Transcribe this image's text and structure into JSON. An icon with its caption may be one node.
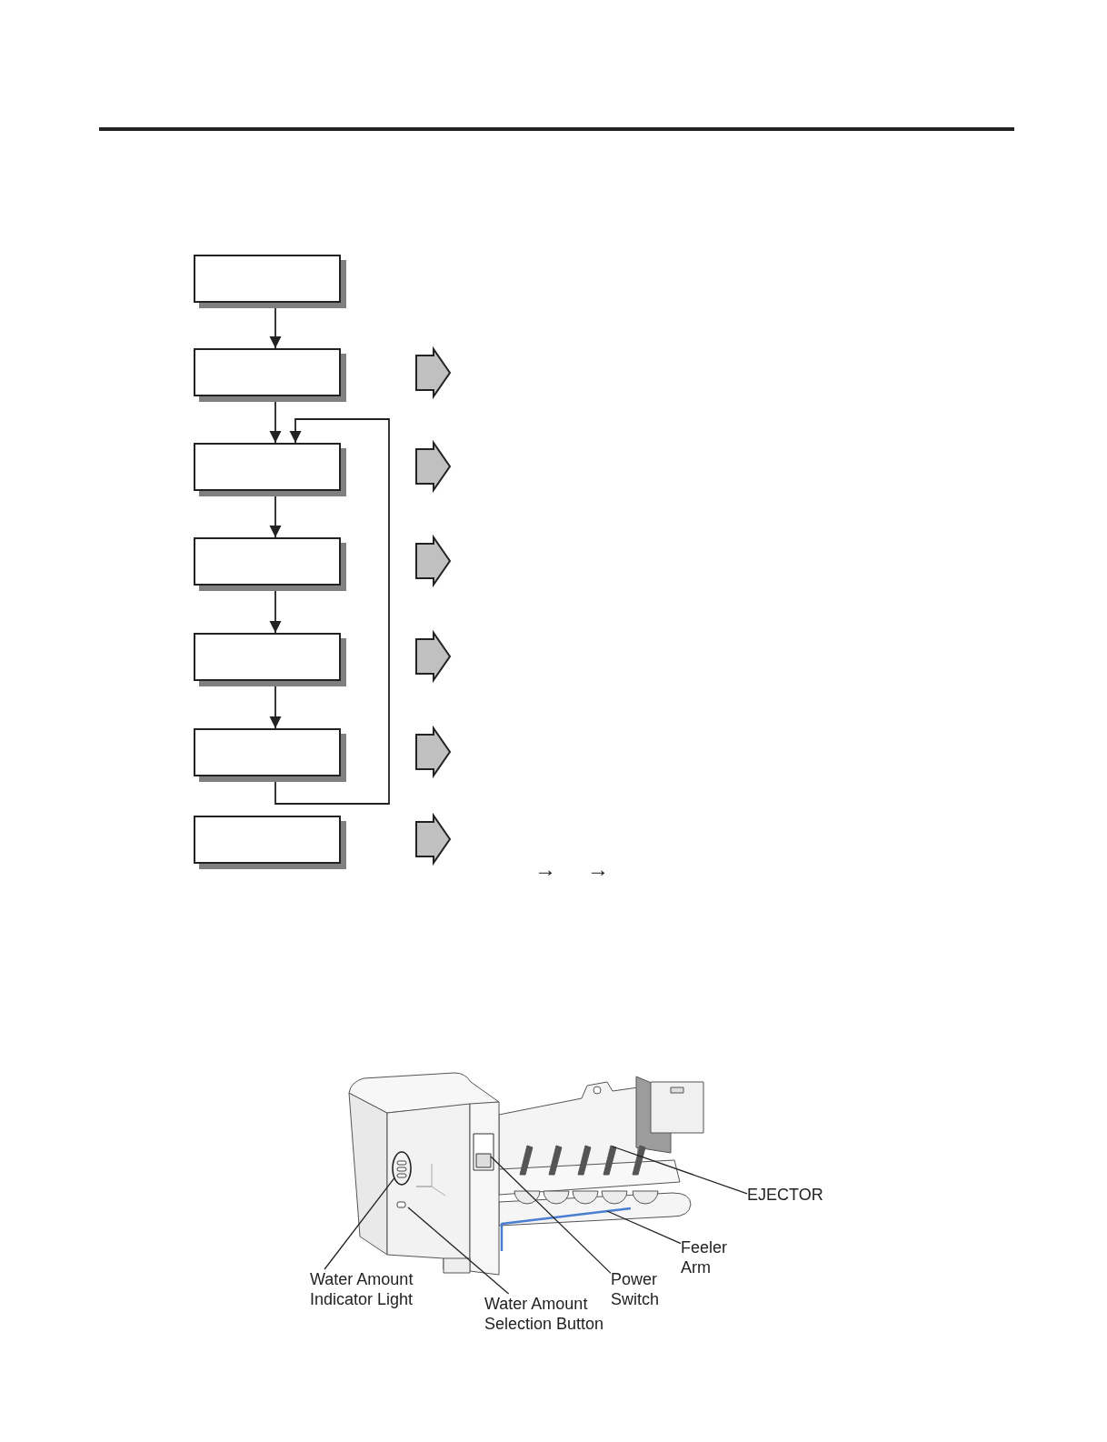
{
  "diagram": {
    "nodes": [
      {
        "text": [],
        "shape": "box"
      },
      {
        "text": [],
        "shape": "box"
      },
      {
        "text": [],
        "shape": "box"
      },
      {
        "text": [],
        "shape": "box"
      },
      {
        "text": [],
        "shape": "box"
      },
      {
        "text": [],
        "shape": "box"
      },
      {
        "text": [],
        "shape": "box"
      },
      {
        "text": [],
        "shape": "circle"
      },
      {
        "text": [
          "EJECTOR"
        ]
      },
      {
        "text": [
          "Feeler Arm"
        ]
      },
      {
        "text": [
          "Water Amount Indicator Light"
        ]
      },
      {
        "text": [
          "Power Switch"
        ]
      },
      {
        "text": [
          "Water Amount Selection Button"
        ]
      }
    ],
    "edges": [
      {
        "from": 0,
        "to": 1,
        "arrow": "to"
      },
      {
        "from": 1,
        "to": 2,
        "arrow": "to"
      },
      {
        "from": 2,
        "to": 3,
        "arrow": "to"
      },
      {
        "from": 3,
        "to": 4,
        "arrow": "to"
      },
      {
        "from": 4,
        "to": 5,
        "arrow": "to"
      },
      {
        "from": 5,
        "to": 2,
        "arrow": "to"
      },
      {
        "from": 8,
        "to": null,
        "arrow": "none"
      },
      {
        "from": 9,
        "to": null,
        "arrow": "none"
      },
      {
        "from": 10,
        "to": 7,
        "arrow": "none"
      },
      {
        "from": 11,
        "to": null,
        "arrow": "none"
      },
      {
        "from": 12,
        "to": null,
        "arrow": "none"
      }
    ],
    "labels": [
      "→",
      "→"
    ]
  }
}
